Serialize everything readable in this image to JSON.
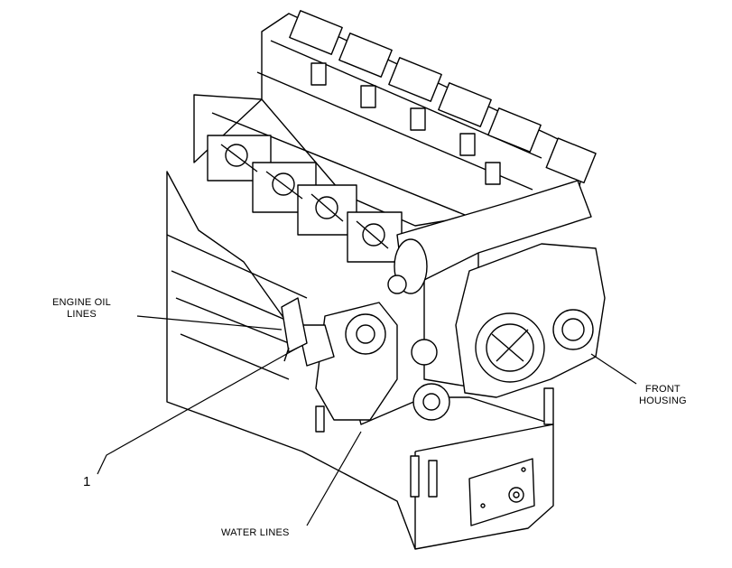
{
  "diagram": {
    "labels": {
      "engine_oil_lines": [
        "ENGINE OIL",
        "LINES"
      ],
      "front_housing": [
        "FRONT",
        "HOUSING"
      ],
      "water_lines": "WATER LINES",
      "item_1": "1"
    }
  },
  "colors": {
    "line": "#000000",
    "background": "#ffffff"
  }
}
